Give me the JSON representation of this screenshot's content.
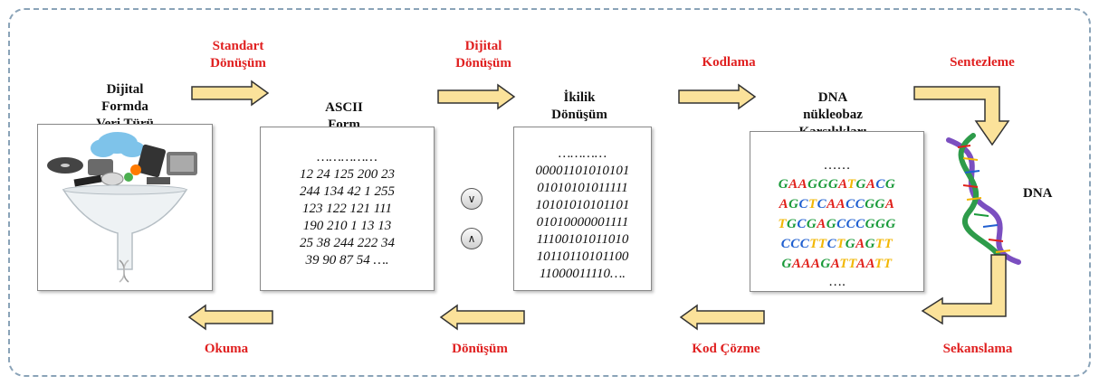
{
  "steps": {
    "standart": "Standart Dönüşüm",
    "dijital": "Dijital Dönüşüm",
    "kodlama": "Kodlama",
    "sentezleme": "Sentezleme",
    "okuma": "Okuma",
    "donusum": "Dönüşüm",
    "kod_cozme": "Kod Çözme",
    "sekanslama": "Sekanslama"
  },
  "headings": {
    "veri": [
      "Dijital",
      "Formda",
      "Veri Türü"
    ],
    "ascii": [
      "ASCII",
      "Form"
    ],
    "ikilik": [
      "İkilik",
      "Dönüşüm"
    ],
    "nukleobaz": [
      "DNA",
      "nükleobaz",
      "Karşılıkları"
    ],
    "dna_label": "DNA"
  },
  "ascii_box": [
    "……………",
    "12 24 125 200 23",
    "244 134 42 1 255",
    "123 122 121 111",
    "190 210 1 13 13",
    "25 38 244 222 34",
    "39 90 87 54 …."
  ],
  "binary_box": [
    "…………",
    "00001101010101",
    "01010101011111",
    "10101010101101",
    "01010000001111",
    "11100101011010",
    "10110110101100",
    "11000011110…."
  ],
  "dna_box": {
    "top": "……",
    "lines": [
      [
        [
          "G",
          "g"
        ],
        [
          "A",
          "a"
        ],
        [
          "A",
          "a"
        ],
        [
          "G",
          "g"
        ],
        [
          "G",
          "g"
        ],
        [
          "G",
          "g"
        ],
        [
          "A",
          "a"
        ],
        [
          "T",
          "t"
        ],
        [
          "G",
          "g"
        ],
        [
          "A",
          "a"
        ],
        [
          "C",
          "c"
        ],
        [
          "G",
          "g"
        ]
      ],
      [
        [
          "A",
          "a"
        ],
        [
          "G",
          "g"
        ],
        [
          "C",
          "c"
        ],
        [
          "T",
          "t"
        ],
        [
          "C",
          "c"
        ],
        [
          "A",
          "a"
        ],
        [
          "A",
          "a"
        ],
        [
          "C",
          "c"
        ],
        [
          "C",
          "c"
        ],
        [
          "G",
          "g"
        ],
        [
          "G",
          "g"
        ],
        [
          "A",
          "a"
        ]
      ],
      [
        [
          "T",
          "t"
        ],
        [
          "G",
          "g"
        ],
        [
          "C",
          "c"
        ],
        [
          "G",
          "g"
        ],
        [
          "A",
          "a"
        ],
        [
          "G",
          "g"
        ],
        [
          "C",
          "c"
        ],
        [
          "C",
          "c"
        ],
        [
          "C",
          "c"
        ],
        [
          "G",
          "g"
        ],
        [
          "G",
          "g"
        ],
        [
          "G",
          "g"
        ]
      ],
      [
        [
          "C",
          "c"
        ],
        [
          "C",
          "c"
        ],
        [
          "C",
          "c"
        ],
        [
          "T",
          "t"
        ],
        [
          "T",
          "t"
        ],
        [
          "C",
          "c"
        ],
        [
          "T",
          "t"
        ],
        [
          "G",
          "g"
        ],
        [
          "A",
          "a"
        ],
        [
          "G",
          "g"
        ],
        [
          "T",
          "t"
        ],
        [
          "T",
          "t"
        ]
      ],
      [
        [
          "G",
          "g"
        ],
        [
          "A",
          "a"
        ],
        [
          "A",
          "a"
        ],
        [
          "A",
          "a"
        ],
        [
          "G",
          "g"
        ],
        [
          "A",
          "a"
        ],
        [
          "T",
          "t"
        ],
        [
          "T",
          "t"
        ],
        [
          "A",
          "a"
        ],
        [
          "A",
          "a"
        ],
        [
          "T",
          "t"
        ],
        [
          "T",
          "t"
        ]
      ]
    ],
    "bottom": "…."
  },
  "toggles": {
    "down": "∨",
    "up": "∧"
  },
  "colors": {
    "A": "#e0201a",
    "T": "#f2b705",
    "G": "#1a9a3a",
    "C": "#1f5fd0",
    "arrow_fill": "#fbe29a",
    "arrow_stroke": "#333333",
    "step_label": "#e02020"
  }
}
